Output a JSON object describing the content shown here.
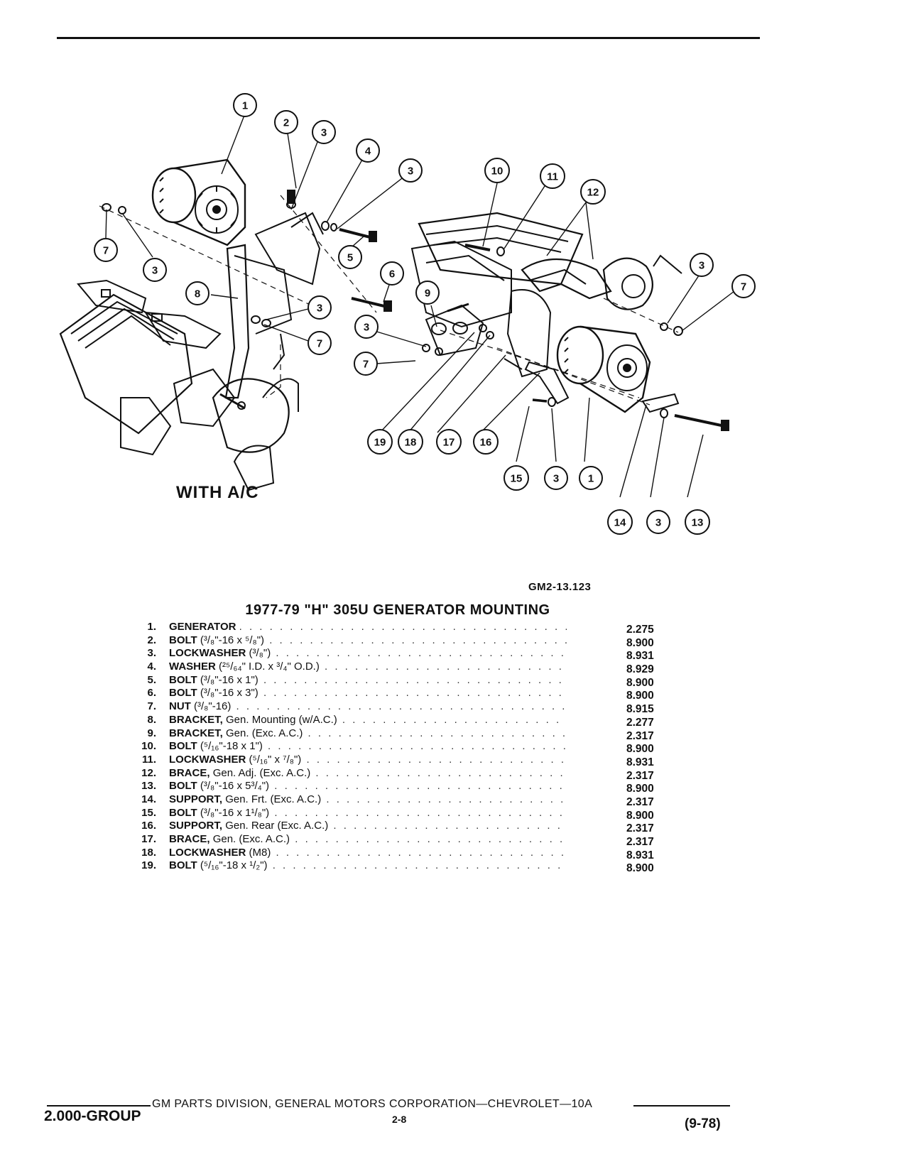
{
  "diagram": {
    "subtitle": "WITH A/C",
    "figure_code": "GM2-13.123",
    "callouts": [
      "1",
      "2",
      "3",
      "4",
      "3",
      "7",
      "3",
      "5",
      "6",
      "8",
      "3",
      "7",
      "10",
      "11",
      "12",
      "3",
      "7",
      "9",
      "3",
      "7",
      "19",
      "18",
      "17",
      "16",
      "15",
      "3",
      "1",
      "14",
      "3",
      "13"
    ]
  },
  "table": {
    "title": "1977-79 \"H\" 305U GENERATOR MOUNTING",
    "items": [
      {
        "num": "1.",
        "name": "GENERATOR",
        "detail": "",
        "code": "2.275"
      },
      {
        "num": "2.",
        "name": "BOLT",
        "detail": "(³/₈\"-16 x ⁵/₈\")",
        "code": "8.900"
      },
      {
        "num": "3.",
        "name": "LOCKWASHER",
        "detail": "(³/₈\")",
        "code": "8.931"
      },
      {
        "num": "4.",
        "name": "WASHER",
        "detail": "(²⁵/₆₄\" I.D. x ³/₄\" O.D.)",
        "code": "8.929"
      },
      {
        "num": "5.",
        "name": "BOLT",
        "detail": "(³/₈\"-16 x 1\")",
        "code": "8.900"
      },
      {
        "num": "6.",
        "name": "BOLT",
        "detail": "(³/₈\"-16 x 3\")",
        "code": "8.900"
      },
      {
        "num": "7.",
        "name": "NUT",
        "detail": "(³/₈\"-16)",
        "code": "8.915"
      },
      {
        "num": "8.",
        "name": "BRACKET,",
        "detail": "Gen. Mounting (w/A.C.)",
        "code": "2.277"
      },
      {
        "num": "9.",
        "name": "BRACKET,",
        "detail": "Gen. (Exc. A.C.)",
        "code": "2.317"
      },
      {
        "num": "10.",
        "name": "BOLT",
        "detail": "(⁵/₁₆\"-18 x 1\")",
        "code": "8.900"
      },
      {
        "num": "11.",
        "name": "LOCKWASHER",
        "detail": "(⁵/₁₆\" x ⁷/₈\")",
        "code": "8.931"
      },
      {
        "num": "12.",
        "name": "BRACE,",
        "detail": "Gen. Adj. (Exc. A.C.)",
        "code": "2.317"
      },
      {
        "num": "13.",
        "name": "BOLT",
        "detail": "(³/₈\"-16 x 5³/₄\")",
        "code": "8.900"
      },
      {
        "num": "14.",
        "name": "SUPPORT,",
        "detail": "Gen. Frt. (Exc. A.C.)",
        "code": "2.317"
      },
      {
        "num": "15.",
        "name": "BOLT",
        "detail": "(³/₈\"-16 x 1¹/₈\")",
        "code": "8.900"
      },
      {
        "num": "16.",
        "name": "SUPPORT,",
        "detail": "Gen. Rear (Exc. A.C.)",
        "code": "2.317"
      },
      {
        "num": "17.",
        "name": "BRACE,",
        "detail": "Gen. (Exc. A.C.)",
        "code": "2.317"
      },
      {
        "num": "18.",
        "name": "LOCKWASHER",
        "detail": "(M8)",
        "code": "8.931"
      },
      {
        "num": "19.",
        "name": "BOLT",
        "detail": "(⁵/₁₆\"-18 x ¹/₂\")",
        "code": "8.900"
      }
    ]
  },
  "footer": {
    "center": "GM PARTS DIVISION, GENERAL MOTORS CORPORATION—CHEVROLET—10A",
    "group": "2.000-GROUP",
    "page": "2-8",
    "date": "(9-78)"
  }
}
